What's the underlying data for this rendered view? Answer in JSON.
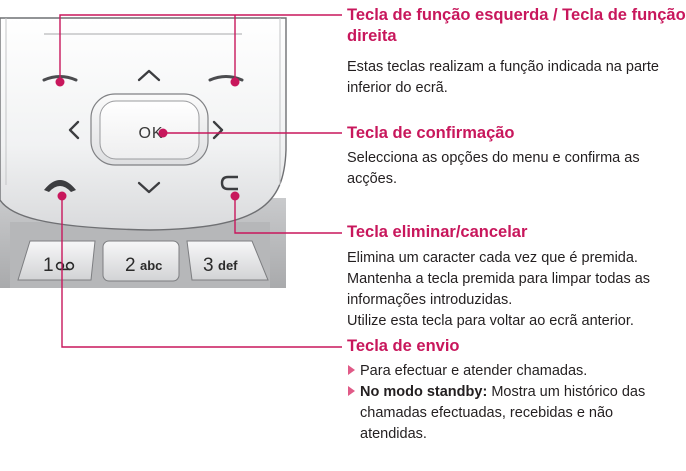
{
  "phone_keypad": {
    "ok_label": "OK",
    "keys": [
      {
        "digit": "1",
        "letters": "oo"
      },
      {
        "digit": "2",
        "letters": "abc"
      },
      {
        "digit": "3",
        "letters": "def"
      }
    ]
  },
  "callouts": [
    {
      "title": "Tecla de função esquerda / Tecla de função direita",
      "title_line1": "Tecla de função esquerda / Tecla de função",
      "title_line2": "direita",
      "body_line1": "Estas teclas realizam a função indicada na parte",
      "body_line2": "inferior do ecrã."
    },
    {
      "title": "Tecla de confirmação",
      "body_line1": "Selecciona as opções do menu e confirma as",
      "body_line2": "acções."
    },
    {
      "title": "Tecla eliminar/cancelar",
      "body_line1": "Elimina um caracter cada vez que é premida.",
      "body_line2": "Mantenha a tecla premida para limpar todas as",
      "body_line3": "informações introduzidas.",
      "body_line4": "Utilize esta tecla para voltar ao ecrã anterior."
    },
    {
      "title": "Tecla de envio",
      "bullet1": "Para efectuar e atender chamadas.",
      "bullet2_bold": "No modo standby:",
      "bullet2_line1": "Mostra um histórico das",
      "bullet2_line2": "chamadas efectuadas, recebidas e não",
      "bullet2_line3": "atendidas."
    }
  ],
  "colors": {
    "accent": "#c8175c",
    "bullet": "#e05a87",
    "text": "#231f20"
  }
}
